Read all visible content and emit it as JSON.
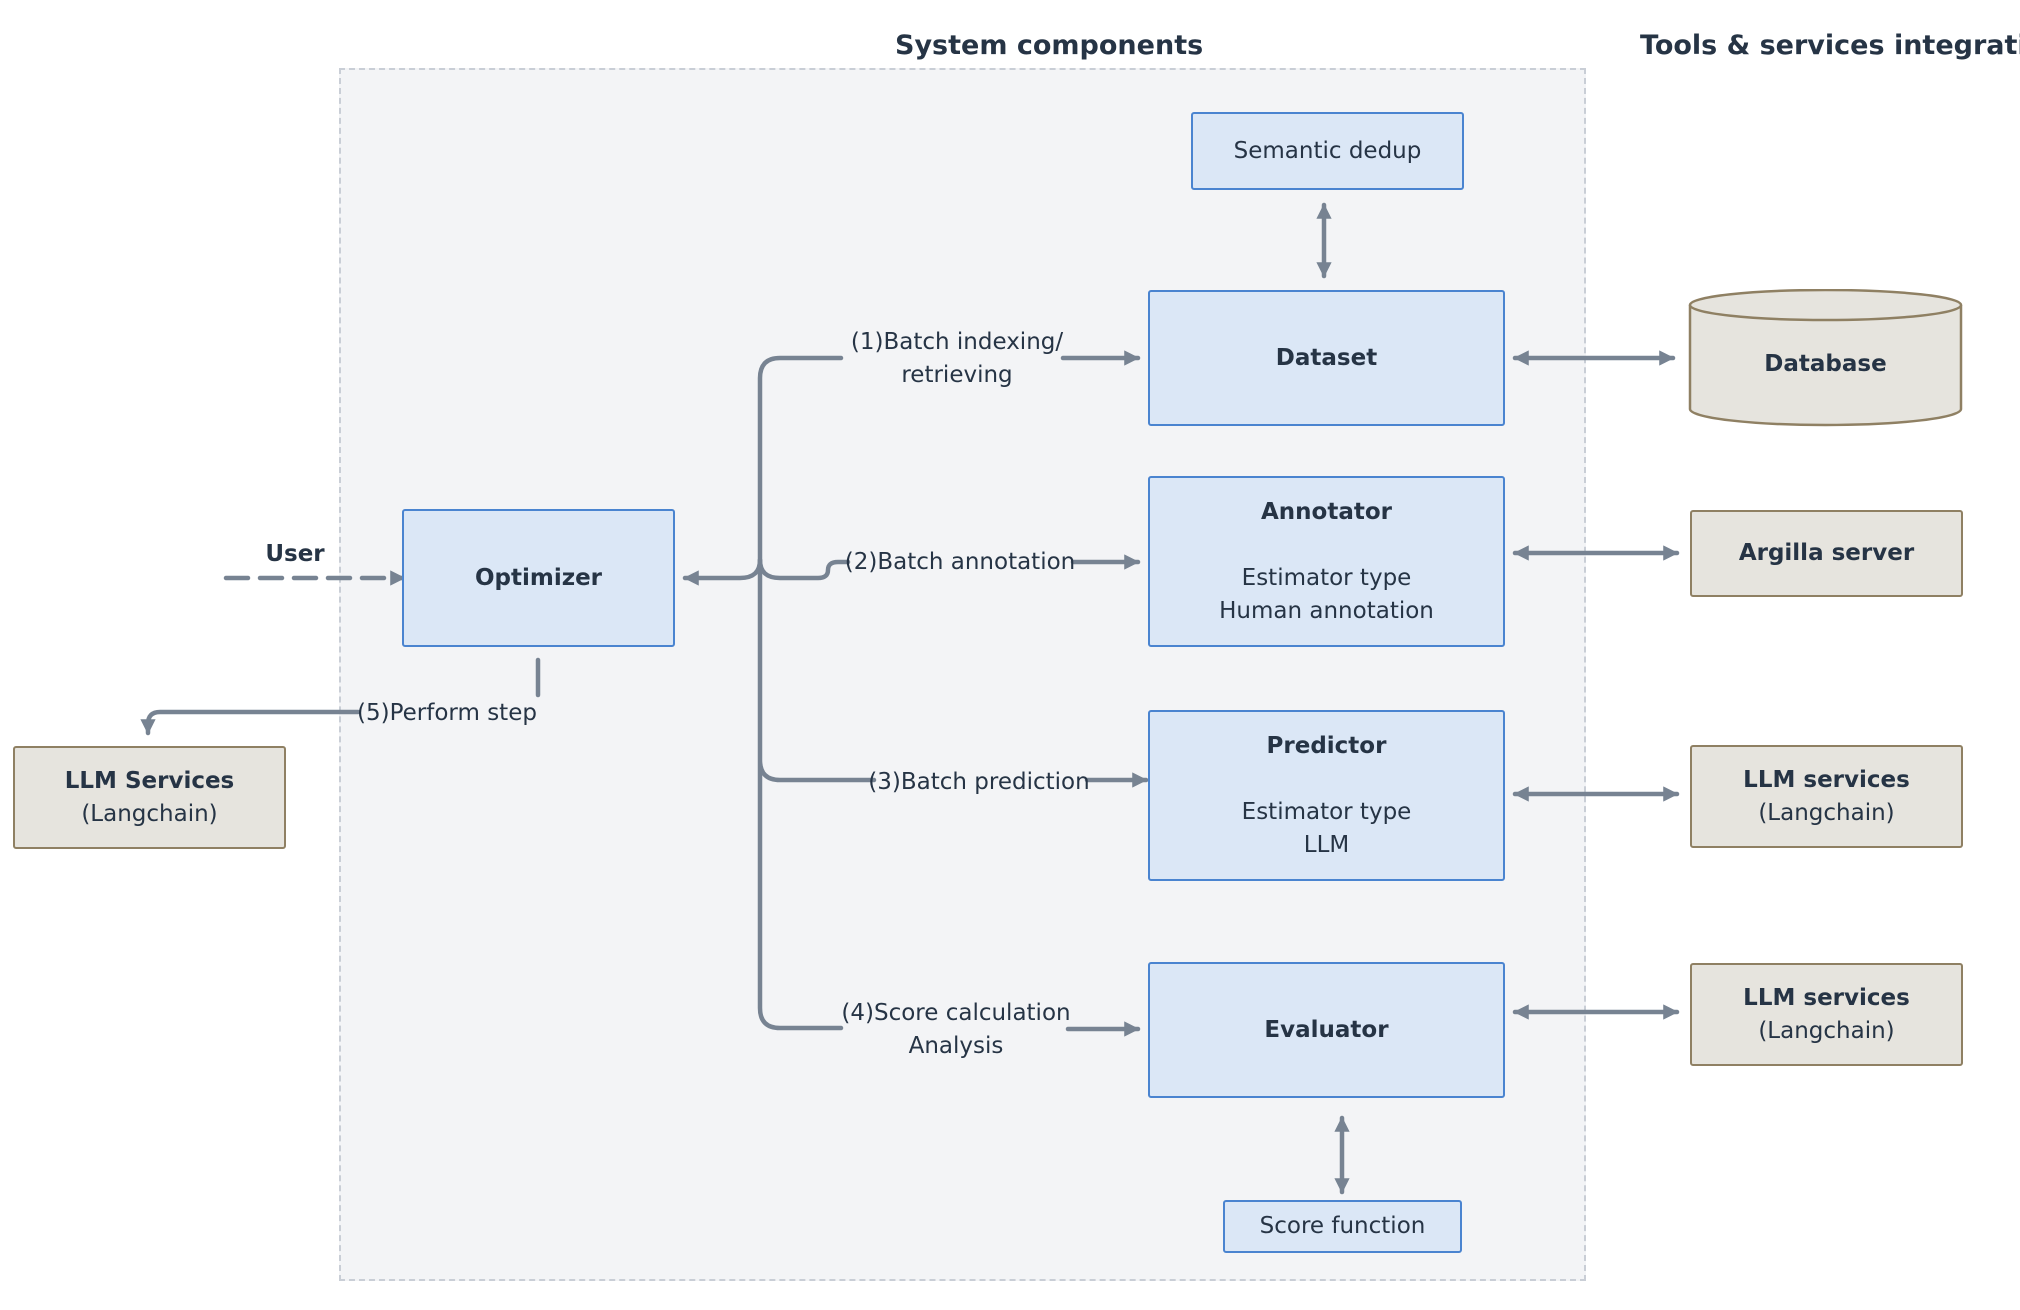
{
  "headings": {
    "system": "System components",
    "tools": "Tools & services integration"
  },
  "components": {
    "semantic_dedup": "Semantic dedup",
    "dataset": "Dataset",
    "annotator": {
      "title": "Annotator",
      "line1": "Estimator type",
      "line2": "Human annotation"
    },
    "predictor": {
      "title": "Predictor",
      "line1": "Estimator type",
      "line2": "LLM"
    },
    "evaluator": "Evaluator",
    "score_function": "Score function",
    "optimizer": "Optimizer"
  },
  "integrations": {
    "database": "Database",
    "argilla": "Argilla server",
    "llm_predictor": {
      "title": "LLM services",
      "sub": "(Langchain)"
    },
    "llm_evaluator": {
      "title": "LLM services",
      "sub": "(Langchain)"
    },
    "llm_optimizer": {
      "title": "LLM Services",
      "sub": "(Langchain)"
    }
  },
  "edges": {
    "user": "User",
    "step1_line1": "(1)Batch indexing/",
    "step1_line2": "retrieving",
    "step2": "(2)Batch annotation",
    "step3": "(3)Batch prediction",
    "step4_line1": "(4)Score calculation",
    "step4_line2": "Analysis",
    "step5": "(5)Perform step"
  },
  "colors": {
    "component_fill": "#dbe7f6",
    "component_border": "#4a84d0",
    "integration_fill": "#e6e4de",
    "integration_border": "#8f8063",
    "connector": "#778392",
    "region_fill": "#f3f4f6"
  }
}
